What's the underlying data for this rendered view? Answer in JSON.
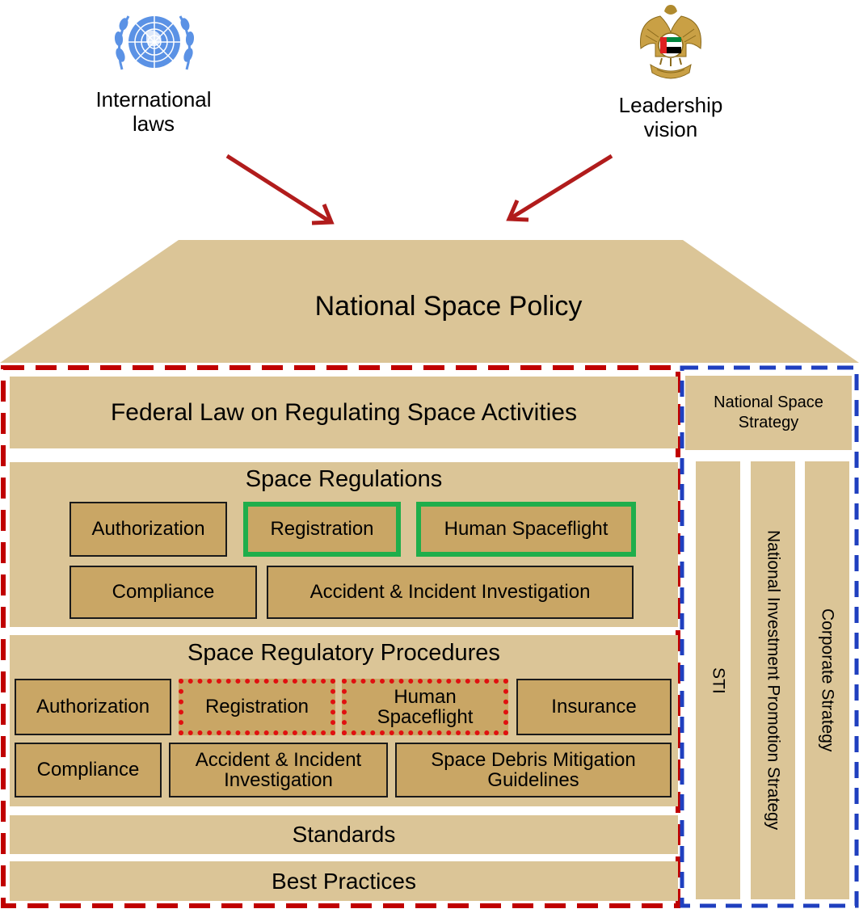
{
  "top": {
    "international_laws": "International\nlaws",
    "leadership_vision": "Leadership\nvision",
    "un_emblem_icon": "un-emblem",
    "uae_emblem_icon": "uae-eagle-emblem"
  },
  "roof": {
    "title": "National Space Policy"
  },
  "federal_law": "Federal Law on Regulating Space Activities",
  "space_regulations": {
    "title": "Space Regulations",
    "authorization": "Authorization",
    "registration": "Registration",
    "human_spaceflight": "Human Spaceflight",
    "compliance": "Compliance",
    "accident": "Accident & Incident Investigation"
  },
  "procedures": {
    "title": "Space Regulatory Procedures",
    "authorization": "Authorization",
    "registration": "Registration",
    "human_spaceflight": "Human\nSpaceflight",
    "insurance": "Insurance",
    "compliance": "Compliance",
    "accident": "Accident & Incident\nInvestigation",
    "debris": "Space Debris Mitigation\nGuidelines"
  },
  "standards": "Standards",
  "best_practices": "Best Practices",
  "strategy": {
    "national_space_strategy": "National Space\nStrategy",
    "sti": "STI",
    "investment": "National Investment Promotion Strategy",
    "corporate": "Corporate Strategy"
  },
  "colors": {
    "band": "#dbc597",
    "box": "#c9a665",
    "arrow": "#b11c1c",
    "red_dash": "#c00000",
    "blue_dash": "#1f3fbf",
    "green_highlight": "#1fae4b",
    "red_dotted": "#e01010"
  }
}
